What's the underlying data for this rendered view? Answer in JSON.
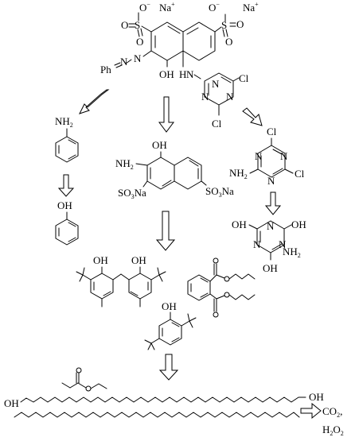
{
  "reactant": {
    "na1": "Na",
    "na1_sup": "+",
    "na2": "Na",
    "na2_sup": "+",
    "o_minus_left": "O",
    "o_minus_left_sup": "−",
    "o_minus_right": "O",
    "o_minus_right_sup": "−",
    "s_left": "S",
    "s_right": "S",
    "o_left": "O",
    "o_left_b": "O",
    "o_right": "O",
    "o_right_b": "O",
    "azo_n1": "N",
    "azo_n2": "N",
    "phenyl": "Ph",
    "oh": "OH",
    "nh": "H",
    "nh_n": "N",
    "triazine_n_top": "N",
    "triazine_n_left": "N",
    "triazine_n_right": "N",
    "cl_top": "Cl",
    "cl_bottom": "Cl"
  },
  "aniline": {
    "label": "NH",
    "sub": "2"
  },
  "phenol": {
    "label": "OH"
  },
  "aminonaphthol": {
    "oh": "OH",
    "nh2": "NH",
    "nh2_sub": "2",
    "so3na_left": "SO",
    "so3na_left_sub": "3",
    "so3na_left_tail": "Na",
    "so3na_right": "SO",
    "so3na_right_sub": "3",
    "so3na_right_tail": "Na"
  },
  "triazine_amine": {
    "cl_top": "Cl",
    "cl_right": "Cl",
    "nh2": "NH",
    "nh2_sub": "2",
    "n1": "N",
    "n2": "N",
    "n3": "N"
  },
  "triazine_oh": {
    "oh_left": "OH",
    "oh_right": "OH",
    "oh_bottom": "OH",
    "nh2": "NH",
    "nh2_sub": "2",
    "n1": "N",
    "n2": "N",
    "n3": "N"
  },
  "bisphenol": {
    "oh_left": "OH",
    "oh_right": "OH"
  },
  "tbutylphenol": {
    "oh": "OH"
  },
  "chain_products": {
    "oh_left": "OH",
    "oh_right": "OH"
  },
  "final": {
    "co2": "CO",
    "co2_sub": "2",
    "comma": ",",
    "h2o2_a": "H",
    "h2o2_sub1": "2",
    "h2o2_b": "O",
    "h2o2_sub2": "2"
  },
  "icons": [
    "degradation-arrow-icon"
  ]
}
